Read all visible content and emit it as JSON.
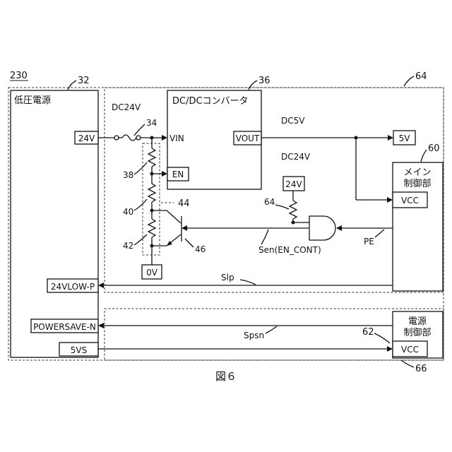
{
  "figure": {
    "caption": "図６",
    "system_ref": "230"
  },
  "blocks": {
    "low_voltage_power": {
      "title": "低圧電源",
      "ref": "32",
      "port_24v": "24V",
      "port_24vlow": "24VLOW-P",
      "port_powersave": "POWERSAVE-N",
      "port_5vs": "5VS"
    },
    "dcdc": {
      "title": "DC/DCコンバータ",
      "ref": "36",
      "pin_vin": "VIN",
      "pin_en": "EN",
      "pin_vout": "VOUT"
    },
    "main_ctrl": {
      "title_line1": "メイン",
      "title_line2": "制御部",
      "ref": "60",
      "pin_vcc": "VCC"
    },
    "power_ctrl": {
      "title_line1": "電源",
      "title_line2": "制御部",
      "ref": "62",
      "pin_vcc": "VCC"
    },
    "region_64_ref": "64",
    "region_66_ref": "66"
  },
  "components": {
    "fuse_ref": "34",
    "dc24v_input": "DC24V",
    "r38": "38",
    "r40": "40",
    "r42": "42",
    "transistor_ref": "46",
    "dashed_ref": "44",
    "pullup_ref": "64",
    "pullup_supply": "24V",
    "pullup_supply_label": "DC24V",
    "ground": "0V",
    "out_5v": "5V",
    "dc5v": "DC5V"
  },
  "signals": {
    "sen": "Sen(EN_CONT)",
    "pe": "PE",
    "slp": "Slp",
    "spsn": "Spsn"
  }
}
